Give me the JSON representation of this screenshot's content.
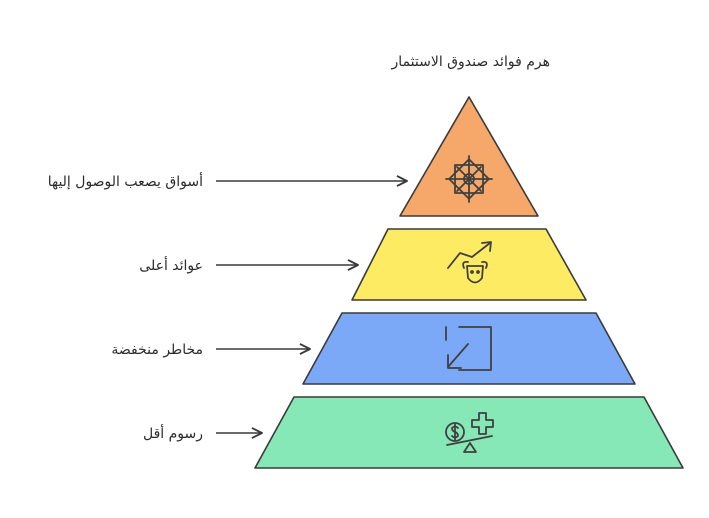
{
  "title": "هرم فوائد صندوق الاستثمار",
  "tiers": [
    {
      "label": "أسواق يصعب الوصول إليها",
      "color": "#F6A86B",
      "icon": "ornament-icon"
    },
    {
      "label": "عوائد أعلى",
      "color": "#FCEB63",
      "icon": "bull-growth-icon"
    },
    {
      "label": "مخاطر منخفضة",
      "color": "#7BA9F7",
      "icon": "shrink-arrow-icon"
    },
    {
      "label": "رسوم أقل",
      "color": "#86E8B6",
      "icon": "fee-scale-icon"
    }
  ]
}
